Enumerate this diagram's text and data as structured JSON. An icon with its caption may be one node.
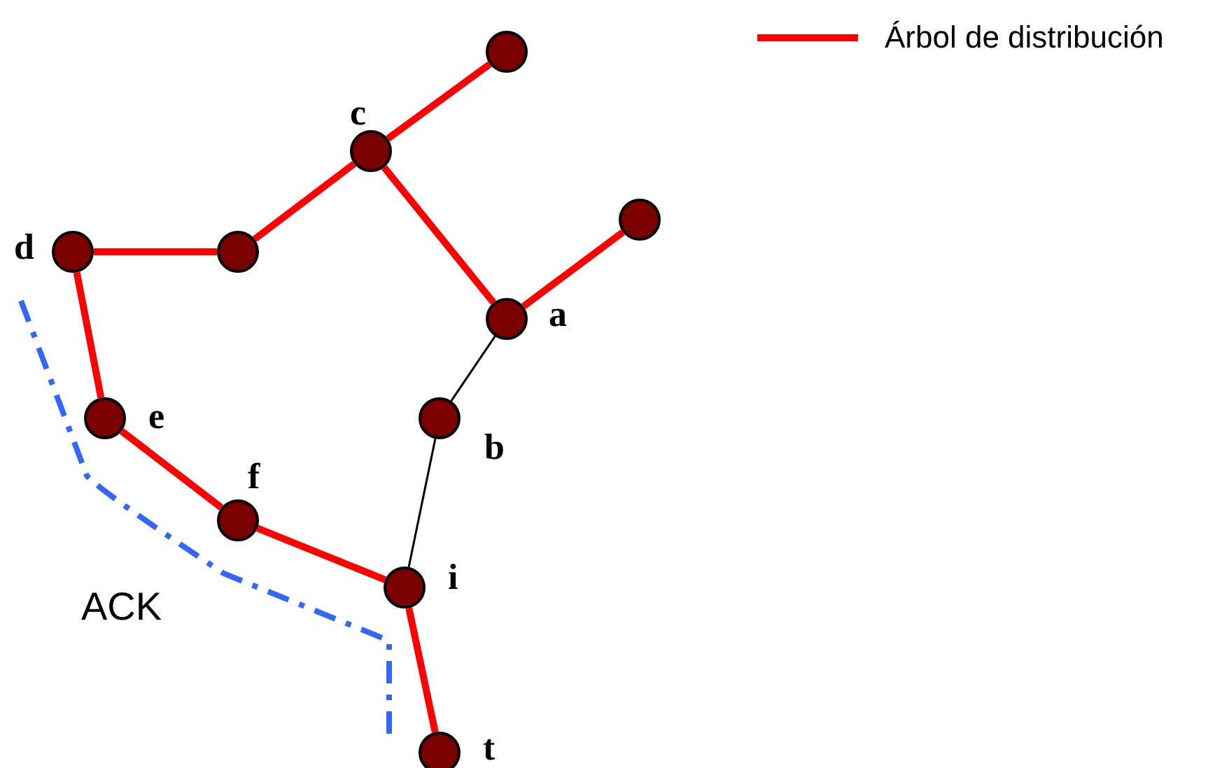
{
  "diagram": {
    "nodes": [
      {
        "text": [],
        "shape": "circle"
      },
      {
        "text": [],
        "shape": "circle",
        "beside": [
          "c"
        ]
      },
      {
        "text": [],
        "shape": "circle",
        "beside": [
          "d"
        ]
      },
      {
        "text": [],
        "shape": "circle"
      },
      {
        "text": [],
        "shape": "circle"
      },
      {
        "text": [],
        "shape": "circle",
        "beside": [
          "a"
        ]
      },
      {
        "text": [],
        "shape": "circle",
        "beside": [
          "b"
        ]
      },
      {
        "text": [],
        "shape": "circle",
        "beside": [
          "e"
        ]
      },
      {
        "text": [],
        "shape": "circle",
        "beside": [
          "f"
        ]
      },
      {
        "text": [],
        "shape": "circle",
        "beside": [
          "i"
        ]
      },
      {
        "text": [],
        "shape": "circle",
        "beside": [
          "t"
        ]
      }
    ],
    "edges": [
      {
        "from": 1,
        "to": 0,
        "arrow": "none"
      },
      {
        "from": 3,
        "to": 1,
        "arrow": "none"
      },
      {
        "from": 2,
        "to": 3,
        "arrow": "none"
      },
      {
        "from": 1,
        "to": 5,
        "arrow": "none"
      },
      {
        "from": 5,
        "to": 4,
        "arrow": "none"
      },
      {
        "from": 5,
        "to": 6,
        "arrow": "none",
        "color": "#000000"
      },
      {
        "from": 6,
        "to": 9,
        "arrow": "none",
        "color": "#000000"
      },
      {
        "from": 2,
        "to": 7,
        "arrow": "none"
      },
      {
        "from": 7,
        "to": 8,
        "arrow": "none"
      },
      {
        "from": 8,
        "to": 9,
        "arrow": "none"
      },
      {
        "from": 9,
        "to": 10,
        "arrow": "none"
      }
    ],
    "labels": [
      "ACK"
    ],
    "legend": [
      {
        "text": "Árbol de distribución"
      }
    ]
  }
}
